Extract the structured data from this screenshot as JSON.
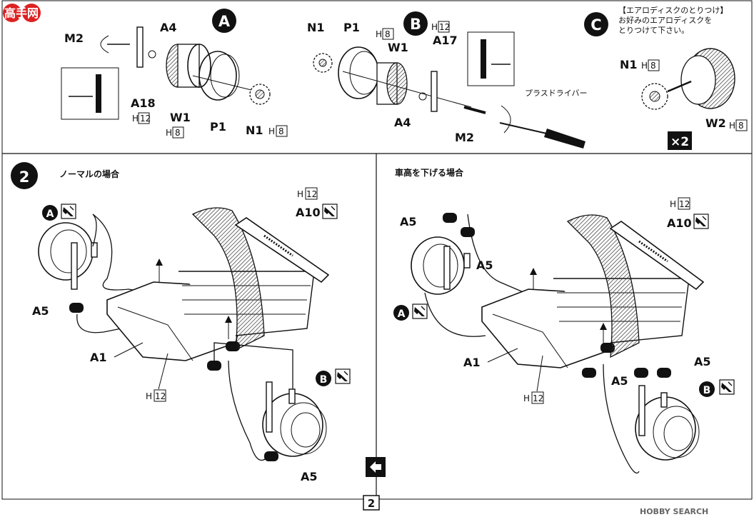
{
  "watermark_top": "高手网",
  "watermark_bottom": "HOBBY SEARCH",
  "page_number": "2",
  "step1": {
    "badge_a": "A",
    "badge_b": "B",
    "badge_c": "C",
    "note_c_line1": "【エアロディスクのとりつけ】",
    "note_c_line2": "お好みのエアロディスクを",
    "note_c_line3": "とりつけて下さい。",
    "screwdriver_label": "プラスドライバー",
    "times_two": "×2",
    "labels": {
      "m2": "M2",
      "a4": "A4",
      "a18": "A18",
      "w1": "W1",
      "p1": "P1",
      "n1": "N1",
      "a17": "A17",
      "w2": "W2",
      "h": "H",
      "h8": "8",
      "h12": "12"
    }
  },
  "step2": {
    "number": "2",
    "normal_title": "ノーマルの場合",
    "lowered_title": "車高を下げる場合",
    "labels": {
      "a1": "A1",
      "a5": "A5",
      "a10": "A10",
      "h": "H",
      "h12": "12",
      "a": "A",
      "b": "B"
    }
  }
}
